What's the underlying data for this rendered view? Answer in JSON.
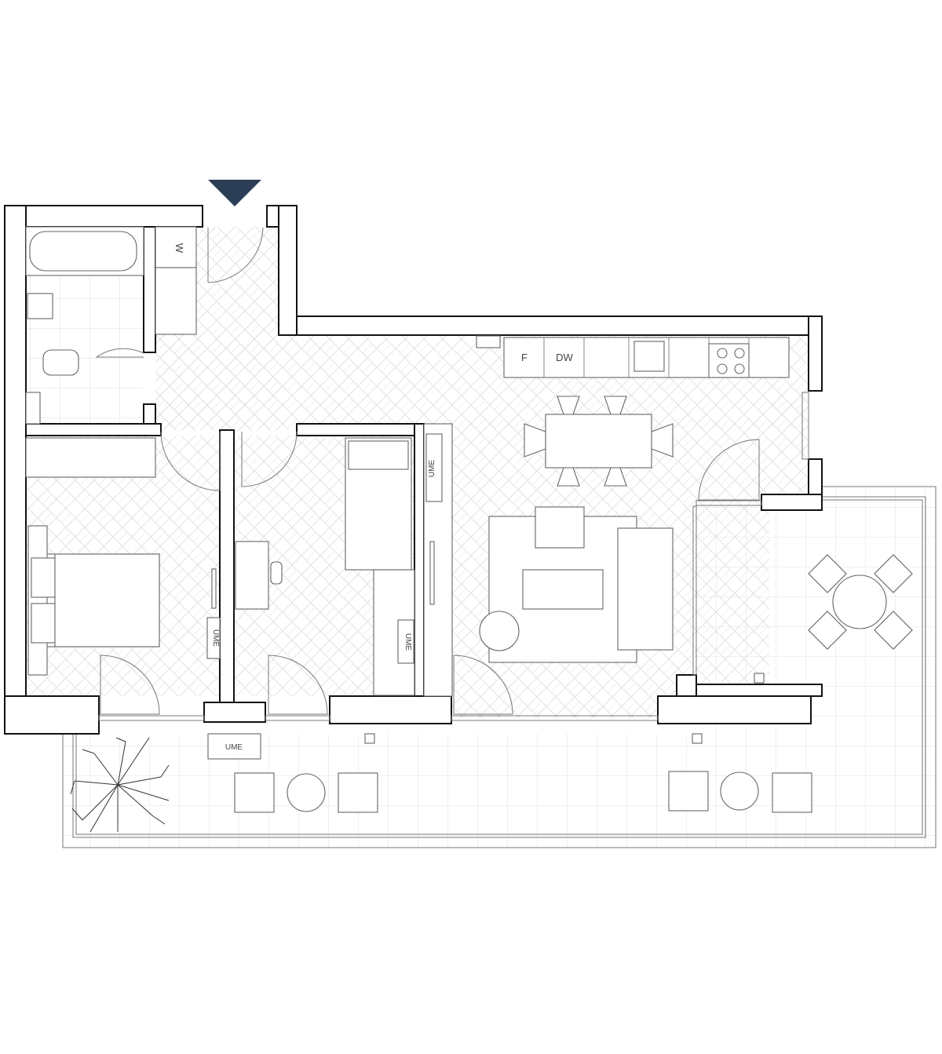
{
  "plan": {
    "entrance_marker_color": "#2c3e55",
    "labels": {
      "washer": "W",
      "fridge": "F",
      "dishwasher": "DW",
      "ume_bedroom": "UME",
      "ume_room": "UME",
      "ume_hall": "UME",
      "ume_terrace": "UME"
    }
  }
}
